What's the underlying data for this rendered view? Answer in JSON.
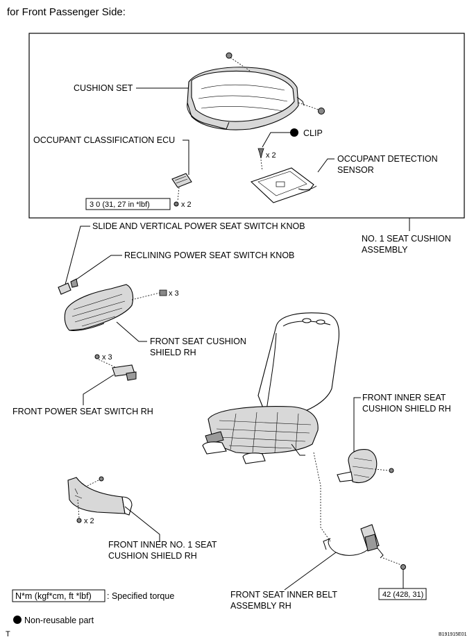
{
  "heading": "for Front Passenger Side:",
  "labels": {
    "cushion_set": "CUSHION SET",
    "clip": "CLIP",
    "clip_qty": "x 2",
    "occupant_ecu": "OCCUPANT CLASSIFICATION ECU",
    "occupant_sensor_1": "OCCUPANT DETECTION",
    "occupant_sensor_2": "SENSOR",
    "ecu_torque": "3 0 (31, 27 in *lbf)",
    "ecu_bolt_qty": "x 2",
    "seat_cushion_1": "NO. 1 SEAT CUSHION",
    "seat_cushion_2": "ASSEMBLY",
    "slide_knob": "SLIDE AND VERTICAL POWER SEAT SWITCH KNOB",
    "reclining_knob": "RECLINING POWER SEAT SWITCH KNOB",
    "shield_screw_qty": "x 3",
    "shield_rh_1": "FRONT SEAT CUSHION",
    "shield_rh_2": "SHIELD RH",
    "switch_screw_qty": "x 3",
    "power_switch": "FRONT POWER SEAT SWITCH RH",
    "inner_shield_1": "FRONT INNER SEAT",
    "inner_shield_2": "CUSHION SHIELD RH",
    "inner_no1_screw_qty": "x 2",
    "inner_no1_1": "FRONT INNER NO. 1 SEAT",
    "inner_no1_2": "CUSHION SHIELD RH",
    "belt_1": "FRONT SEAT INNER BELT",
    "belt_2": "ASSEMBLY RH",
    "belt_torque": "42 (428, 31)"
  },
  "legend": {
    "torque_unit": "N*m (kgf*cm, ft *lbf)",
    "torque_desc": ": Specified torque",
    "nonreusable": "Non-reusable part"
  },
  "footer": {
    "left_mark": "T",
    "code": "B191915E01"
  }
}
